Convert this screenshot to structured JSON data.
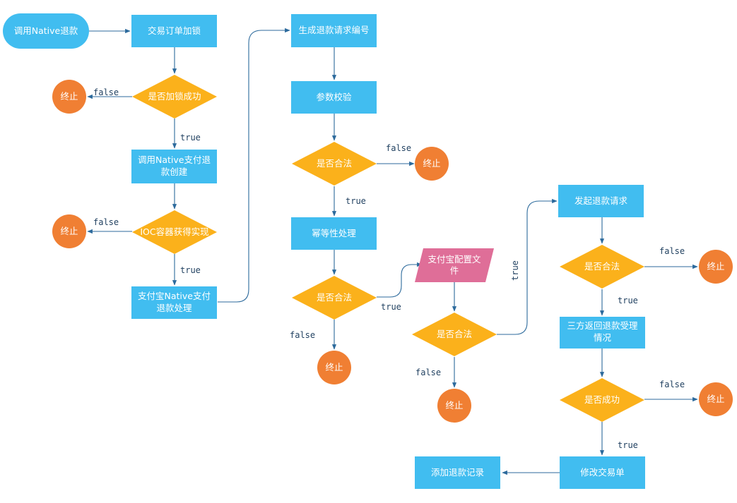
{
  "colors": {
    "process": "#41bdf0",
    "decision": "#fbb11b",
    "terminal": "#f07f33",
    "document": "#df6e98",
    "start": "#41bdf0",
    "edge": "#2c6a9c",
    "edge_label": "#1f3f5f"
  },
  "nodes": {
    "start": "调用Native退款",
    "lock_order": "交易订单加锁",
    "lock_ok": "是否加锁成功",
    "end_lock": "终止",
    "create_native_refund": [
      "调用Native支付退",
      "款创建"
    ],
    "ioc_ok": "IOC容器获得实现",
    "end_ioc": "终止",
    "alipay_refund": [
      "支付宝Native支付",
      "退款处理"
    ],
    "gen_refund_no": "生成退款请求编号",
    "param_check": "参数校验",
    "param_legal": "是否合法",
    "end_param": "终止",
    "idempotent": "幂等性处理",
    "idempotent_legal": "是否合法",
    "end_idempotent": "终止",
    "alipay_config": [
      "支付宝配置文",
      "件"
    ],
    "config_legal": "是否合法",
    "end_config": "终止",
    "send_refund": "发起退款请求",
    "send_legal": "是否合法",
    "end_send": "终止",
    "third_party_result": [
      "三方返回退款受理",
      "情况"
    ],
    "success_check": "是否成功",
    "end_success": "终止",
    "modify_order": "修改交易单",
    "add_refund_record": "添加退款记录"
  },
  "edge_labels": {
    "lock_false": "false",
    "lock_true": "true",
    "ioc_false": "false",
    "ioc_true": "true",
    "param_false": "false",
    "param_true": "true",
    "idem_true": "true",
    "idem_false": "false",
    "config_true": "true",
    "config_false": "false",
    "send_false": "false",
    "send_true": "true",
    "success_false": "false",
    "success_true": "true"
  }
}
